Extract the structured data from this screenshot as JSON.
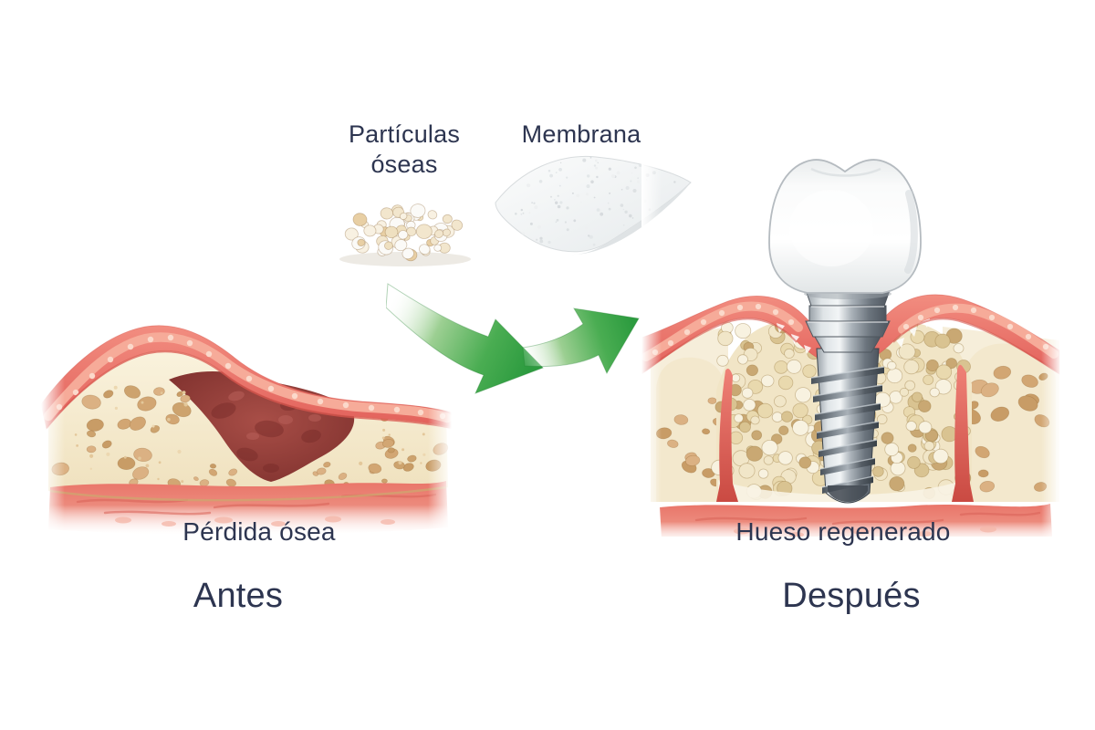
{
  "page": {
    "background": "#ffffff"
  },
  "materials": {
    "particles_label": "Partículas\nóseas",
    "membrane_label": "Membrana"
  },
  "before": {
    "caption": "Pérdida ósea",
    "title": "Antes"
  },
  "after": {
    "caption": "Hueso regenerado",
    "title": "Después"
  },
  "icons": {
    "arrow_1": "curved-green-arrow-down-right",
    "arrow_2": "green-arrow-up-right",
    "particles": "bone-graft-particles",
    "membrane": "collagen-membrane-sheet",
    "before_figure": "bone-defect-cross-section",
    "after_figure": "dental-implant-in-regenerated-bone"
  },
  "colors": {
    "label_text": "#2d3550",
    "arrow_green": "#2f9e41",
    "gum_pink": "#ec7a6f",
    "gum_pale_cells": "#fbd9cb",
    "bone_cream": "#f6ecd2",
    "bone_hole_tan": "#cfa271",
    "defect_red": "#8e3b37",
    "granule_beige": "#eee1bd",
    "implant_metal": "#8b939b",
    "crown_white": "#fcfdfd",
    "membrane_gray": "#eef0f1"
  }
}
